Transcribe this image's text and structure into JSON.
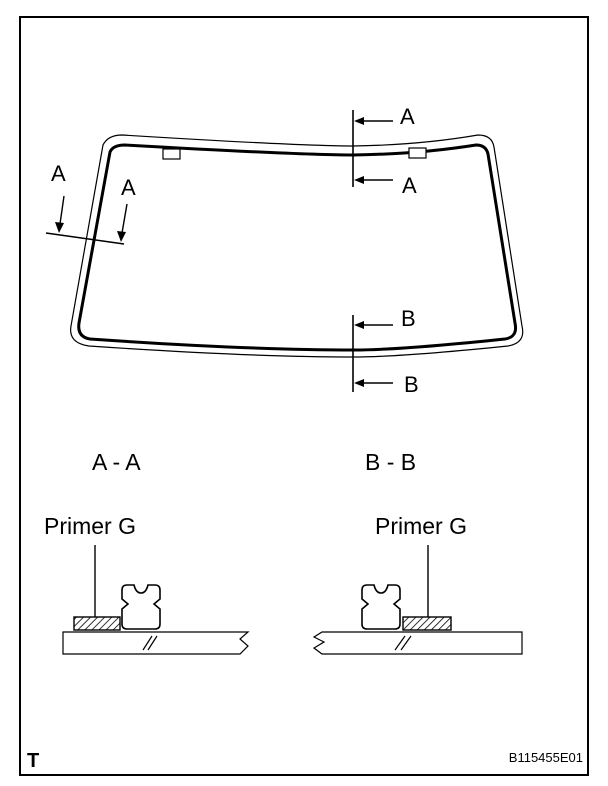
{
  "diagram": {
    "section_marks": {
      "top_upper": "A",
      "top_lower": "A",
      "left_upper": "A",
      "left_lower": "A",
      "bottom_upper": "B",
      "bottom_lower": "B"
    },
    "section_titles": {
      "aa": "A - A",
      "bb": "B - B"
    },
    "primer_labels": {
      "left": "Primer G",
      "right": "Primer G"
    },
    "corner_mark": "T",
    "figure_code": "B115455E01"
  }
}
